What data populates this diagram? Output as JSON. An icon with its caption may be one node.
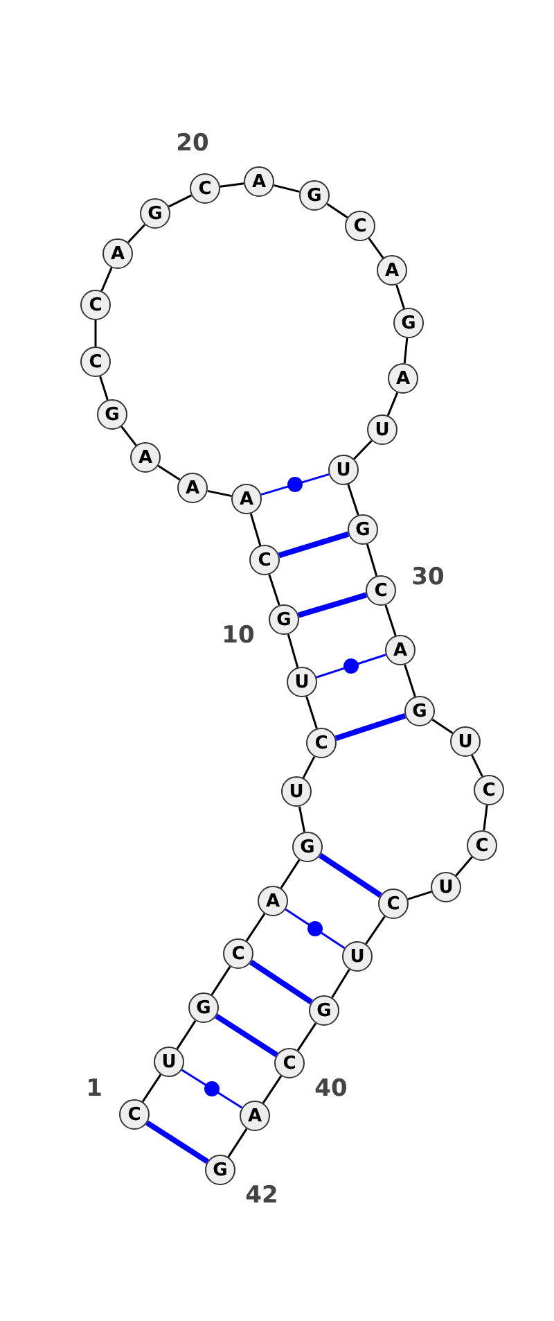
{
  "diagram": {
    "nodes": [
      {
        "text": [
          "C"
        ]
      },
      {
        "text": [
          "U"
        ]
      },
      {
        "text": [
          "G"
        ]
      },
      {
        "text": [
          "C"
        ]
      },
      {
        "text": [
          "A"
        ]
      },
      {
        "text": [
          "G"
        ]
      },
      {
        "text": [
          "U"
        ]
      },
      {
        "text": [
          "C"
        ]
      },
      {
        "text": [
          "U"
        ]
      },
      {
        "text": [
          "G"
        ]
      },
      {
        "text": [
          "C"
        ]
      },
      {
        "text": [
          "A"
        ]
      },
      {
        "text": [
          "A"
        ]
      },
      {
        "text": [
          "A"
        ]
      },
      {
        "text": [
          "G"
        ]
      },
      {
        "text": [
          "C"
        ]
      },
      {
        "text": [
          "C"
        ]
      },
      {
        "text": [
          "A"
        ]
      },
      {
        "text": [
          "G"
        ]
      },
      {
        "text": [
          "C"
        ]
      },
      {
        "text": [
          "A"
        ]
      },
      {
        "text": [
          "G"
        ]
      },
      {
        "text": [
          "C"
        ]
      },
      {
        "text": [
          "A"
        ]
      },
      {
        "text": [
          "G"
        ]
      },
      {
        "text": [
          "A"
        ]
      },
      {
        "text": [
          "U"
        ]
      },
      {
        "text": [
          "U"
        ]
      },
      {
        "text": [
          "G"
        ]
      },
      {
        "text": [
          "C"
        ]
      },
      {
        "text": [
          "A"
        ]
      },
      {
        "text": [
          "G"
        ]
      },
      {
        "text": [
          "U"
        ]
      },
      {
        "text": [
          "C"
        ]
      },
      {
        "text": [
          "C"
        ]
      },
      {
        "text": [
          "U"
        ]
      },
      {
        "text": [
          "C"
        ]
      },
      {
        "text": [
          "U"
        ]
      },
      {
        "text": [
          "G"
        ]
      },
      {
        "text": [
          "C"
        ]
      },
      {
        "text": [
          "A"
        ]
      },
      {
        "text": [
          "G"
        ]
      }
    ],
    "edges": [
      {
        "from": 0,
        "to": 1,
        "arrow": "none"
      },
      {
        "from": 1,
        "to": 2,
        "arrow": "none"
      },
      {
        "from": 2,
        "to": 3,
        "arrow": "none"
      },
      {
        "from": 3,
        "to": 4,
        "arrow": "none"
      },
      {
        "from": 4,
        "to": 5,
        "arrow": "none"
      },
      {
        "from": 5,
        "to": 6,
        "arrow": "none"
      },
      {
        "from": 6,
        "to": 7,
        "arrow": "none"
      },
      {
        "from": 7,
        "to": 8,
        "arrow": "none"
      },
      {
        "from": 8,
        "to": 9,
        "arrow": "none"
      },
      {
        "from": 9,
        "to": 10,
        "arrow": "none"
      },
      {
        "from": 10,
        "to": 11,
        "arrow": "none"
      },
      {
        "from": 11,
        "to": 12,
        "arrow": "none"
      },
      {
        "from": 12,
        "to": 13,
        "arrow": "none"
      },
      {
        "from": 13,
        "to": 14,
        "arrow": "none"
      },
      {
        "from": 14,
        "to": 15,
        "arrow": "none"
      },
      {
        "from": 15,
        "to": 16,
        "arrow": "none"
      },
      {
        "from": 16,
        "to": 17,
        "arrow": "none"
      },
      {
        "from": 17,
        "to": 18,
        "arrow": "none"
      },
      {
        "from": 18,
        "to": 19,
        "arrow": "none"
      },
      {
        "from": 19,
        "to": 20,
        "arrow": "none"
      },
      {
        "from": 20,
        "to": 21,
        "arrow": "none"
      },
      {
        "from": 21,
        "to": 22,
        "arrow": "none"
      },
      {
        "from": 22,
        "to": 23,
        "arrow": "none"
      },
      {
        "from": 23,
        "to": 24,
        "arrow": "none"
      },
      {
        "from": 24,
        "to": 25,
        "arrow": "none"
      },
      {
        "from": 25,
        "to": 26,
        "arrow": "none"
      },
      {
        "from": 26,
        "to": 27,
        "arrow": "none"
      },
      {
        "from": 27,
        "to": 28,
        "arrow": "none"
      },
      {
        "from": 28,
        "to": 29,
        "arrow": "none"
      },
      {
        "from": 29,
        "to": 30,
        "arrow": "none"
      },
      {
        "from": 30,
        "to": 31,
        "arrow": "none"
      },
      {
        "from": 31,
        "to": 32,
        "arrow": "none"
      },
      {
        "from": 32,
        "to": 33,
        "arrow": "none"
      },
      {
        "from": 33,
        "to": 34,
        "arrow": "none"
      },
      {
        "from": 34,
        "to": 35,
        "arrow": "none"
      },
      {
        "from": 35,
        "to": 36,
        "arrow": "none"
      },
      {
        "from": 36,
        "to": 37,
        "arrow": "none"
      },
      {
        "from": 37,
        "to": 38,
        "arrow": "none"
      },
      {
        "from": 38,
        "to": 39,
        "arrow": "none"
      },
      {
        "from": 39,
        "to": 40,
        "arrow": "none"
      },
      {
        "from": 40,
        "to": 41,
        "arrow": "none"
      },
      {
        "from": 0,
        "to": 41,
        "arrow": "none",
        "style": "thick",
        "color": "#0000ff"
      },
      {
        "from": 1,
        "to": 40,
        "arrow": "none",
        "color": "#0000ff"
      },
      {
        "from": 2,
        "to": 39,
        "arrow": "none",
        "style": "thick",
        "color": "#0000ff"
      },
      {
        "from": 3,
        "to": 38,
        "arrow": "none",
        "style": "thick",
        "color": "#0000ff"
      },
      {
        "from": 4,
        "to": 37,
        "arrow": "none",
        "color": "#0000ff"
      },
      {
        "from": 5,
        "to": 36,
        "arrow": "none",
        "style": "thick",
        "color": "#0000ff"
      },
      {
        "from": 7,
        "to": 31,
        "arrow": "none",
        "style": "thick",
        "color": "#0000ff"
      },
      {
        "from": 8,
        "to": 30,
        "arrow": "none",
        "color": "#0000ff"
      },
      {
        "from": 9,
        "to": 29,
        "arrow": "none",
        "style": "thick",
        "color": "#0000ff"
      },
      {
        "from": 10,
        "to": 28,
        "arrow": "none",
        "style": "thick",
        "color": "#0000ff"
      },
      {
        "from": 11,
        "to": 27,
        "arrow": "none",
        "color": "#0000ff"
      }
    ],
    "labels": [
      "20",
      "30",
      "10",
      "1",
      "40",
      "42"
    ]
  }
}
